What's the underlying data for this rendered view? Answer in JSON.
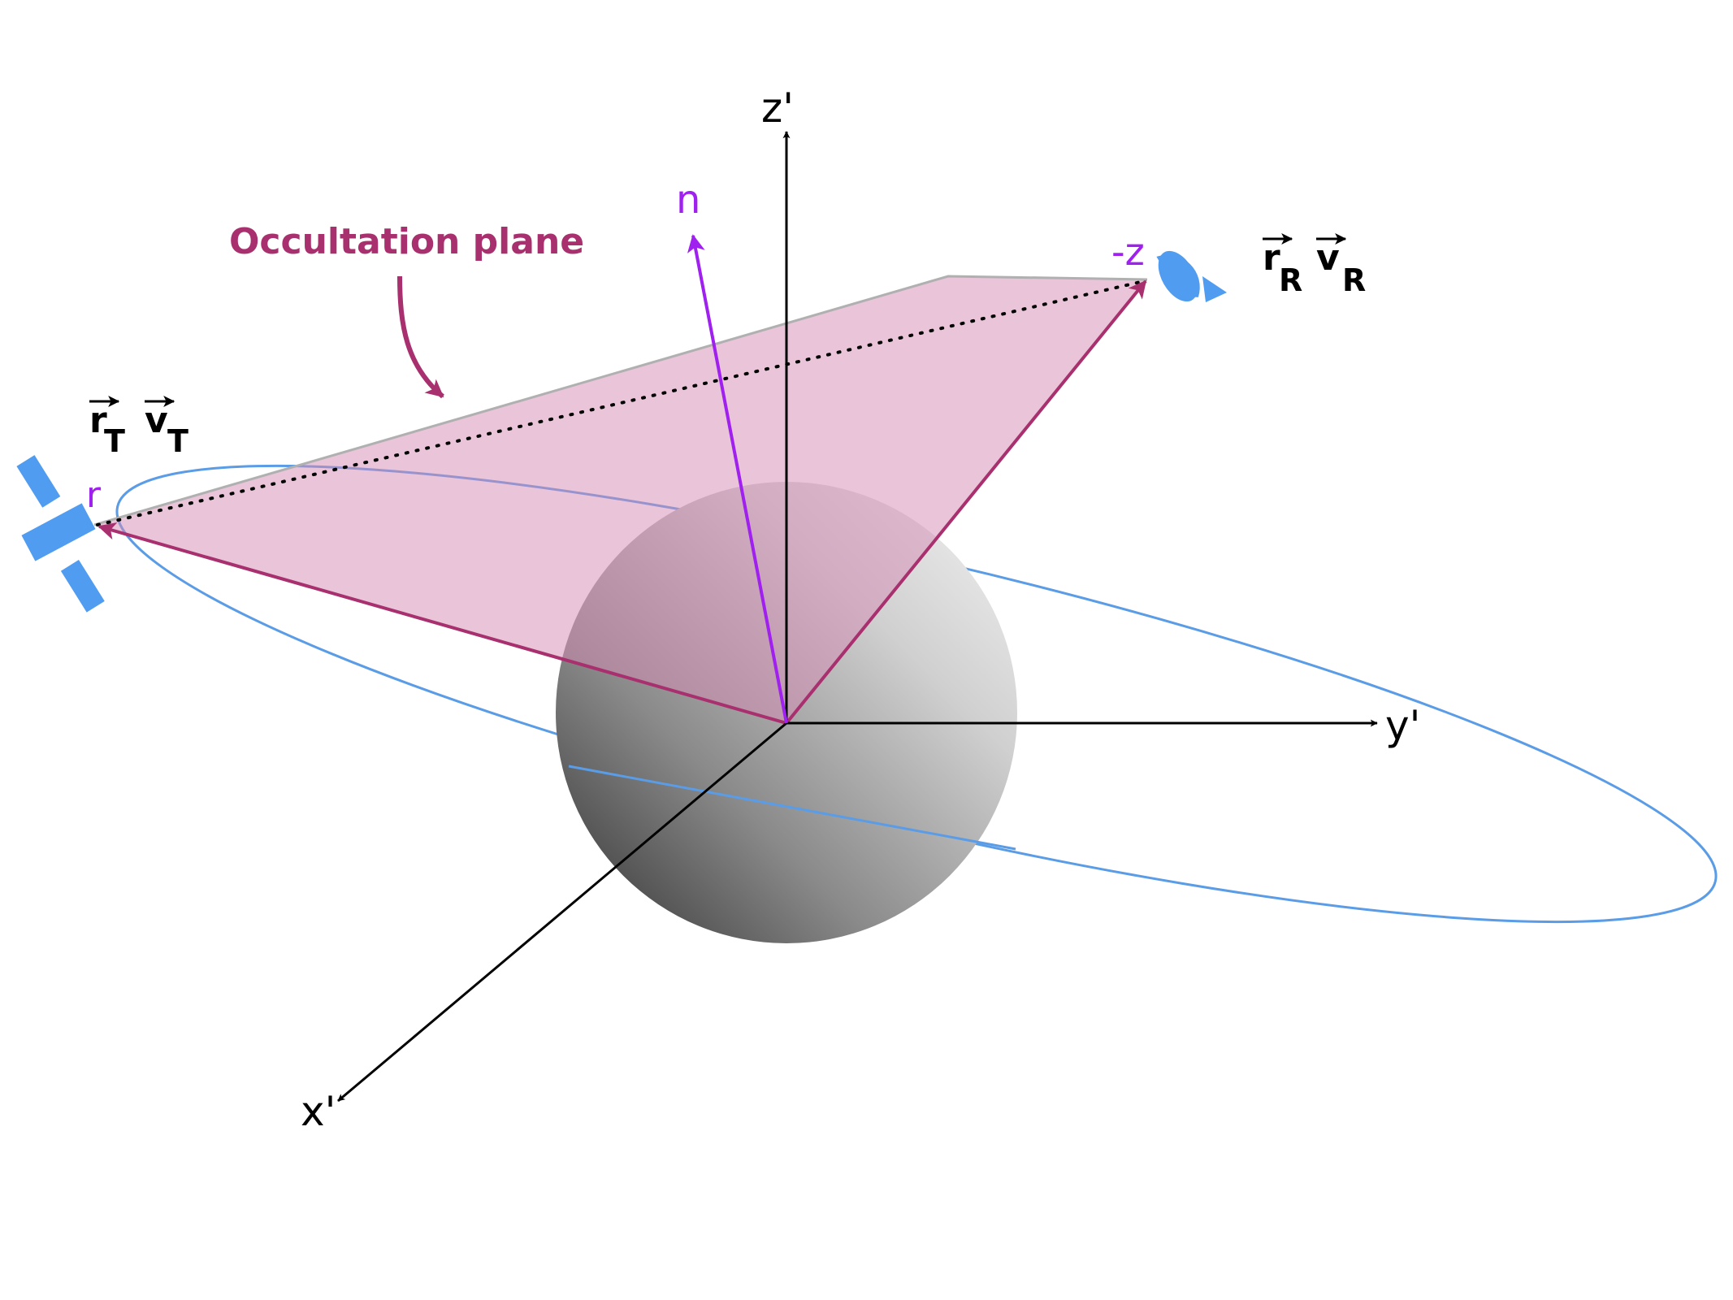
{
  "labels": {
    "z_axis": "z'",
    "y_axis": "y'",
    "x_axis": "x'",
    "normal": "n",
    "occultation_plane": "Occultation plane",
    "minus_z": "-z",
    "r_point": "r",
    "r_T": {
      "base": "r",
      "sub": "T"
    },
    "v_T": {
      "base": "v",
      "sub": "T"
    },
    "r_R": {
      "base": "r",
      "sub": "R"
    },
    "v_R": {
      "base": "v",
      "sub": "R"
    }
  },
  "icons": {
    "transmitter": "satellite-icon",
    "receiver": "antenna-dish-icon"
  },
  "colors": {
    "plane_fill": "#e8c3d8",
    "plane_edge": "#a8306e",
    "plane_label": "#a8306e",
    "normal_vector": "#a020f0",
    "orbit": "#5b9ce6",
    "spacecraft": "#4f9cf0",
    "axes": "#000000"
  }
}
